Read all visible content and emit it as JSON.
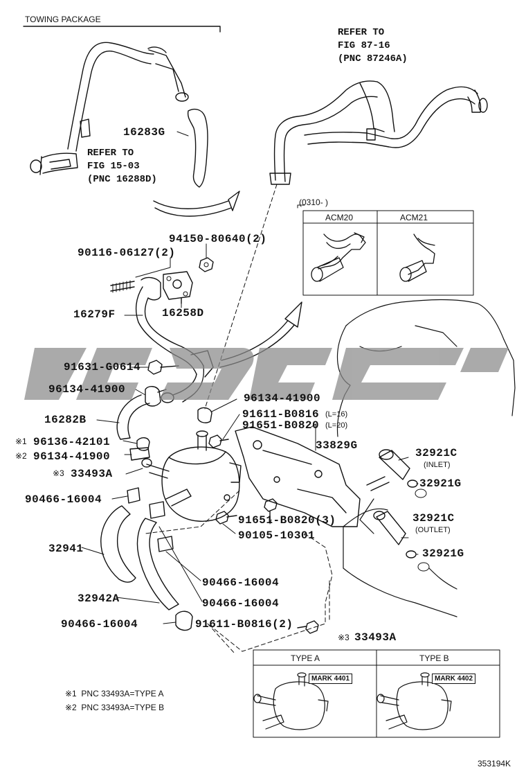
{
  "header": {
    "towing_package": "TOWING PACKAGE",
    "refer_fig_87": [
      "REFER TO",
      "FIG 87-16",
      "(PNC 87246A)"
    ],
    "refer_fig_15": [
      "REFER TO",
      "FIG 15-03",
      "(PNC 16288D)"
    ]
  },
  "variant_box": {
    "date_range": "(0310-      )",
    "col_left": "ACM20",
    "col_right": "ACM21"
  },
  "parts": {
    "p16283G": "16283G",
    "p94150": "94150-80640(2)",
    "p90116": "90116-06127(2)",
    "p16279F": "16279F",
    "p16258D": "16258D",
    "p91631": "91631-G0614",
    "p96134a": "96134-41900",
    "p96134b": "96134-41900",
    "p91611a": "91611-B0816",
    "p91611a_len": "(L=16)",
    "p91651a": "91651-B0820",
    "p91651a_len": "(L=20)",
    "p16282B": "16282B",
    "p33829G": "33829G",
    "p96136_mark": "※1",
    "p96136": "96136-42101",
    "p96134c_mark": "※2",
    "p96134c": "96134-41900",
    "p33493A_mark": "※3",
    "p33493A": "33493A",
    "p32921C_in": "32921C",
    "inlet": "(INLET)",
    "p32921G_a": "32921G",
    "p90466a": "90466-16004",
    "p91651b": "91651-B0820(3)",
    "p90105": "90105-10301",
    "p32921C_out": "32921C",
    "outlet": "(OUTLET)",
    "p32941": "32941",
    "p32921G_b": "32921G",
    "p90466b": "90466-16004",
    "p32942A": "32942A",
    "p90466c": "90466-16004",
    "p90466d": "90466-16004",
    "p91611b": "91611-B0816(2)",
    "p33493A_bottom_mark": "※3",
    "p33493A_bottom": "33493A"
  },
  "type_box": {
    "type_a": "TYPE A",
    "type_b": "TYPE B",
    "mark_a": "MARK 4401",
    "mark_b": "MARK 4402"
  },
  "notes": {
    "note1": "※1  PNC 33493A=TYPE A",
    "note2": "※2  PNC 33493A=TYPE B"
  },
  "footer": {
    "figure_code": "353194K"
  }
}
